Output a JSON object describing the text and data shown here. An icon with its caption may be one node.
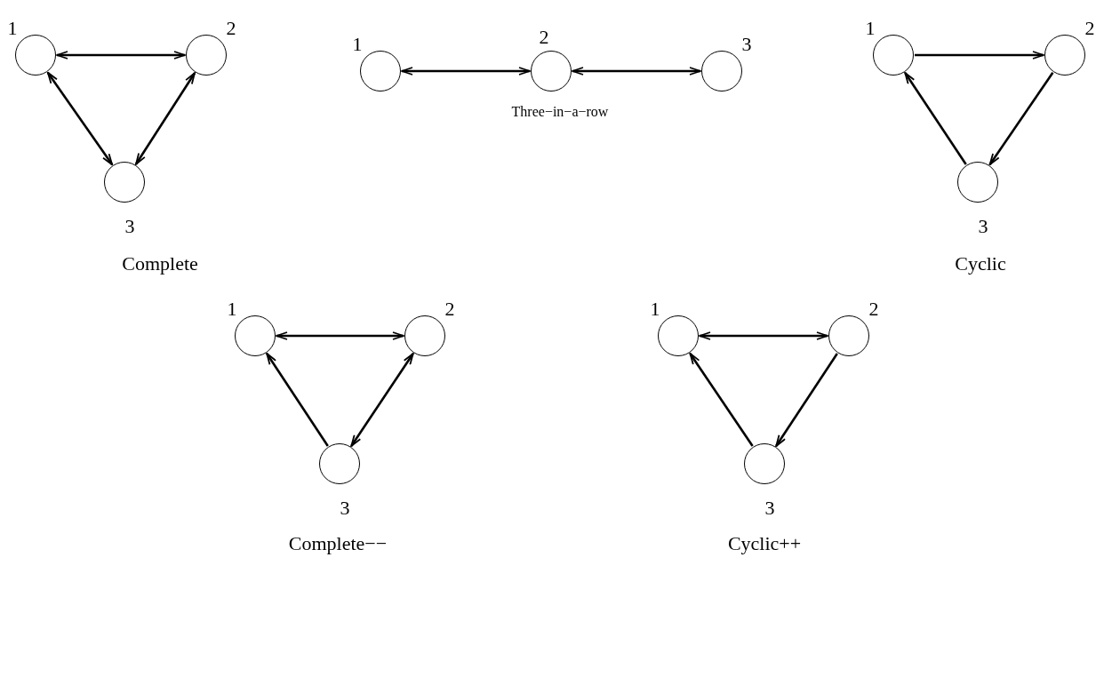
{
  "diagram": {
    "nodes": [
      {
        "text": [],
        "shape": "circle",
        "beside": [
          "1"
        ]
      },
      {
        "text": [],
        "shape": "circle",
        "beside": [
          "2"
        ]
      },
      {
        "text": [],
        "shape": "circle",
        "beside": [
          "3"
        ]
      },
      {
        "text": [],
        "shape": "circle",
        "beside": [
          "1"
        ]
      },
      {
        "text": [],
        "shape": "circle",
        "beside": [
          "2"
        ]
      },
      {
        "text": [],
        "shape": "circle",
        "beside": [
          "3"
        ]
      },
      {
        "text": [],
        "shape": "circle",
        "beside": [
          "1"
        ]
      },
      {
        "text": [],
        "shape": "circle",
        "beside": [
          "2"
        ]
      },
      {
        "text": [],
        "shape": "circle",
        "beside": [
          "3"
        ]
      },
      {
        "text": [],
        "shape": "circle",
        "beside": [
          "1"
        ]
      },
      {
        "text": [],
        "shape": "circle",
        "beside": [
          "2"
        ]
      },
      {
        "text": [],
        "shape": "circle",
        "beside": [
          "3"
        ]
      },
      {
        "text": [],
        "shape": "circle",
        "beside": [
          "1"
        ]
      },
      {
        "text": [],
        "shape": "circle",
        "beside": [
          "2"
        ]
      },
      {
        "text": [],
        "shape": "circle",
        "beside": [
          "3"
        ]
      }
    ],
    "edges": [
      {
        "from": 0,
        "to": 1,
        "arrow": "both"
      },
      {
        "from": 0,
        "to": 2,
        "arrow": "both"
      },
      {
        "from": 1,
        "to": 2,
        "arrow": "both"
      },
      {
        "from": 3,
        "to": 4,
        "arrow": "both"
      },
      {
        "from": 4,
        "to": 5,
        "arrow": "both"
      },
      {
        "from": 6,
        "to": 7,
        "arrow": "to"
      },
      {
        "from": 7,
        "to": 8,
        "arrow": "to"
      },
      {
        "from": 8,
        "to": 6,
        "arrow": "to"
      },
      {
        "from": 9,
        "to": 10,
        "arrow": "both"
      },
      {
        "from": 10,
        "to": 11,
        "arrow": "both"
      },
      {
        "from": 11,
        "to": 9,
        "arrow": "to"
      },
      {
        "from": 12,
        "to": 13,
        "arrow": "both"
      },
      {
        "from": 13,
        "to": 14,
        "arrow": "to"
      },
      {
        "from": 14,
        "to": 12,
        "arrow": "to"
      }
    ],
    "labels": [
      "Three−in−a−row",
      "Complete",
      "Cyclic",
      "Complete−−",
      "Cyclic++"
    ]
  }
}
